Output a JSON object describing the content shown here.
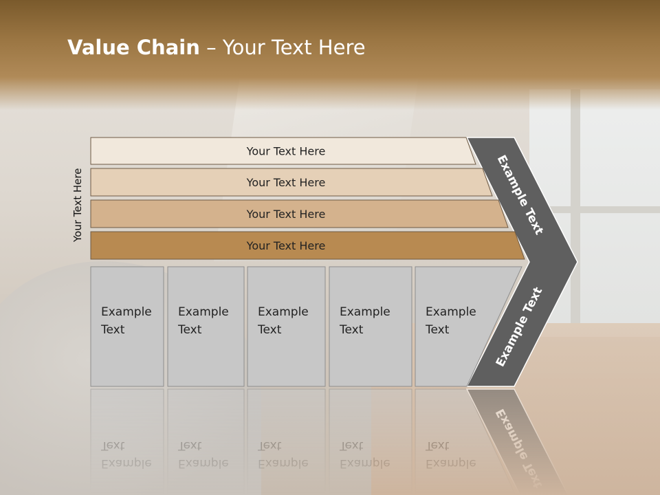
{
  "title": {
    "bold": "Value Chain",
    "rest": " – Your Text Here"
  },
  "side_label": "Your Text Here",
  "bars": [
    {
      "label": "Your Text Here",
      "color": "#f1e8dc"
    },
    {
      "label": "Your Text Here",
      "color": "#e5d0b7"
    },
    {
      "label": "Your Text Here",
      "color": "#d4b28d"
    },
    {
      "label": "Your Text Here",
      "color": "#b88a51"
    }
  ],
  "boxes": [
    {
      "line1": "Example",
      "line2": "Text"
    },
    {
      "line1": "Example",
      "line2": "Text"
    },
    {
      "line1": "Example",
      "line2": "Text"
    },
    {
      "line1": "Example",
      "line2": "Text"
    },
    {
      "line1": "Example",
      "line2": "Text"
    }
  ],
  "chevron": {
    "upper_label": "Example Text",
    "lower_label": "Example Text",
    "color": "#5f5f5f"
  },
  "box_color": "#c7c7c7"
}
